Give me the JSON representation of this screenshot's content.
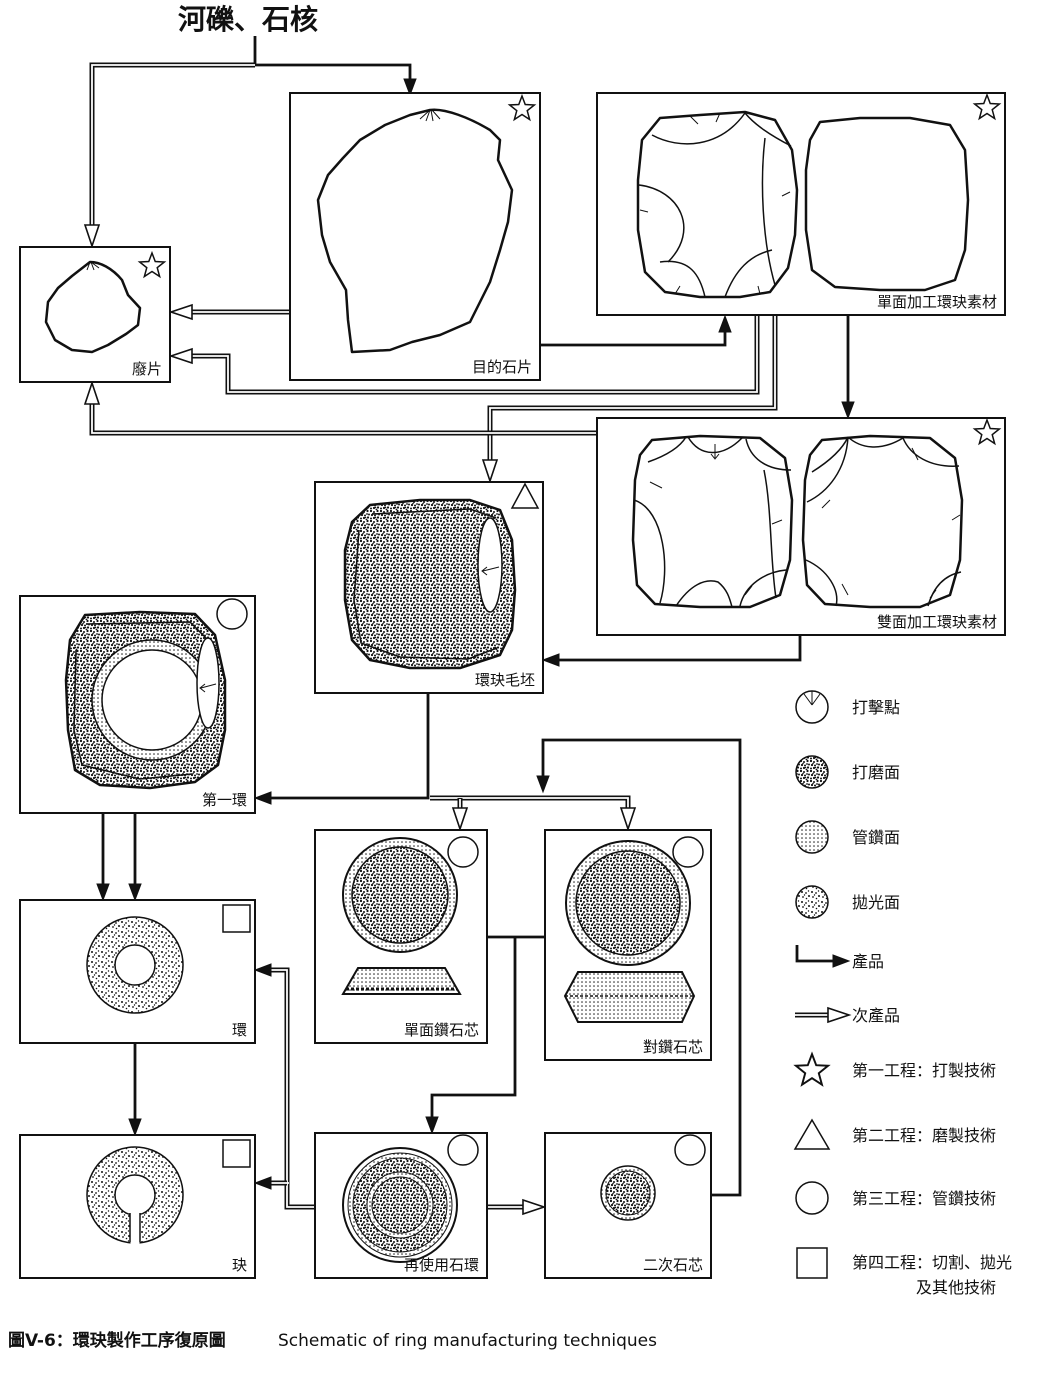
{
  "title": "河礫、石核",
  "boxes": {
    "waste_flake": {
      "label": "廢片",
      "stage_icon": "star-icon"
    },
    "target_flake": {
      "label": "目的石片",
      "stage_icon": "star-icon"
    },
    "unifacial_blank": {
      "label": "單面加工環玦素材",
      "stage_icon": "star-icon"
    },
    "bifacial_blank": {
      "label": "雙面加工環玦素材",
      "stage_icon": "star-icon"
    },
    "ring_preform": {
      "label": "環玦毛坯",
      "stage_icon": "triangle-icon"
    },
    "first_ring": {
      "label": "第一環",
      "stage_icon": "circle-icon"
    },
    "ring": {
      "label": "環",
      "stage_icon": "square-icon"
    },
    "slit_ring": {
      "label": "玦",
      "stage_icon": "square-icon"
    },
    "single_drill_core": {
      "label": "單面鑽石芯",
      "stage_icon": "circle-icon"
    },
    "double_drill_core": {
      "label": "對鑽石芯",
      "stage_icon": "circle-icon"
    },
    "reused_ring": {
      "label": "再使用石環",
      "stage_icon": "circle-icon"
    },
    "secondary_core": {
      "label": "二次石芯",
      "stage_icon": "circle-icon"
    }
  },
  "legend": {
    "impact_point": {
      "icon": "impact-point-icon",
      "label": "打擊點"
    },
    "ground_surface": {
      "icon": "speckled-circle-icon",
      "label": "打磨面"
    },
    "drilled_surface": {
      "icon": "dotted-circle-icon",
      "label": "管鑽面"
    },
    "polished_surface": {
      "icon": "light-speckled-circle-icon",
      "label": "拋光面"
    },
    "product": {
      "icon": "solid-arrow-icon",
      "label": "產品"
    },
    "byproduct": {
      "icon": "double-line-arrow-icon",
      "label": "次產品"
    },
    "stage1": {
      "icon": "star-icon",
      "label": "第一工程：打製技術"
    },
    "stage2": {
      "icon": "triangle-icon",
      "label": "第二工程：磨製技術"
    },
    "stage3": {
      "icon": "circle-icon",
      "label": "第三工程：管鑽技術"
    },
    "stage4": {
      "icon": "square-icon",
      "label": "第四工程：切割、拋光",
      "label_line2": "及其他技術"
    }
  },
  "caption": {
    "zh": "圖V-6：環玦製作工序復原圖",
    "en": "Schematic of ring manufacturing techniques"
  },
  "colors": {
    "ink": "#111111",
    "paper": "#ffffff"
  }
}
